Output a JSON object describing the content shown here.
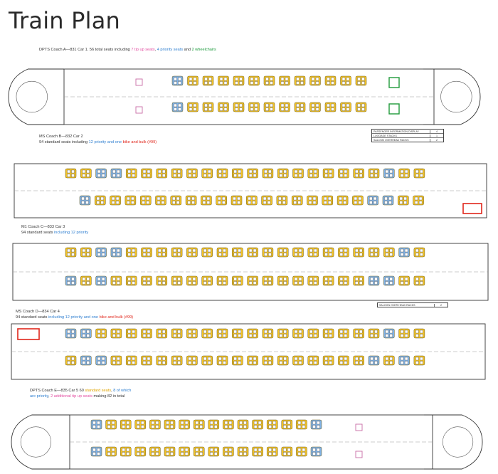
{
  "page": {
    "title": "Train Plan"
  },
  "colors": {
    "standard": "#f3c327",
    "priority": "#7fb2e6",
    "wheelchair": "#1f9a3a",
    "bike": "#e0261b",
    "tipup": "#c96aa5",
    "outline": "#333333"
  },
  "coaches": [
    {
      "id": "A",
      "caption": [
        {
          "t": "DPTS Coach A—831 Car 1. 56 total seats including ",
          "k": "plain"
        },
        {
          "t": "7 tip up seats",
          "k": "fold"
        },
        {
          "t": ",  ",
          "k": "plain"
        },
        {
          "t": "4 priority seats",
          "k": "prio"
        },
        {
          "t": " and ",
          "k": "plain"
        },
        {
          "t": "2 wheelchairs",
          "k": "wc"
        }
      ]
    },
    {
      "id": "B",
      "caption": [
        {
          "t": "MS Coach B—832 Car 2",
          "k": "plain"
        },
        {
          "t": "94 standard seats including ",
          "k": "plain",
          "br": true
        },
        {
          "t": "12 priority and one ",
          "k": "prio"
        },
        {
          "t": "bike and bulk (#99)",
          "k": "bike"
        }
      ]
    },
    {
      "id": "C",
      "caption": [
        {
          "t": "M1 Coach C—833 Car 3",
          "k": "plain"
        },
        {
          "t": "94 standard seats ",
          "k": "plain",
          "br": true
        },
        {
          "t": "including 12 priority",
          "k": "prio"
        }
      ]
    },
    {
      "id": "D",
      "caption": [
        {
          "t": "MS Coach D—834 Car 4",
          "k": "plain"
        },
        {
          "t": "94 standard seats ",
          "k": "plain",
          "br": true
        },
        {
          "t": "including 12 priority and one ",
          "k": "prio"
        },
        {
          "t": "bike and bulk (#99)",
          "k": "bike"
        }
      ]
    },
    {
      "id": "E",
      "caption": [
        {
          "t": "DPTS Coach E—835 Car 5 60 ",
          "k": "plain"
        },
        {
          "t": "standard seats",
          "k": "std"
        },
        {
          "t": ", ",
          "k": "plain"
        },
        {
          "t": "8 of which",
          "k": "prio"
        },
        {
          "t": "are priority",
          "k": "prio",
          "br": true
        },
        {
          "t": ", ",
          "k": "plain"
        },
        {
          "t": "2 additional tip up seats",
          "k": "fold"
        },
        {
          "t": " making 82 in total",
          "k": "plain"
        }
      ]
    }
  ],
  "info_tables": [
    {
      "rows": [
        {
          "label": "PASSENGER INFORMATION DISPLAY",
          "value": "4"
        },
        {
          "label": "LUGGAGE STACKS",
          "value": "1"
        },
        {
          "label": "SALOON OVERHEAD RACKS",
          "value": "2"
        }
      ]
    },
    {
      "rows": [
        {
          "label": "SALOON OVER HEAD RACKS",
          "value": "2"
        }
      ]
    }
  ]
}
